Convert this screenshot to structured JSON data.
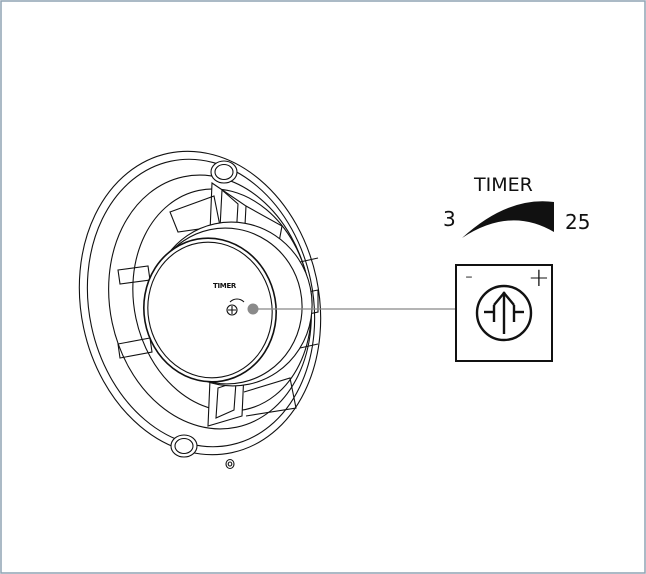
{
  "diagram": {
    "timer_label": "TIMER",
    "range_min": "3",
    "range_max": "25",
    "fan_label": "TIMER",
    "minus_symbol": "-",
    "plus_symbol": "+"
  },
  "colors": {
    "border": "#8fa3b3",
    "line": "#111111",
    "leader_line": "#888888",
    "pointer_dot": "#8a8a8a"
  },
  "icons": {
    "fan": "exhaust-fan-illustration",
    "potentiometer": "adjustment-screw-icon",
    "range": "arc-wedge-icon"
  }
}
